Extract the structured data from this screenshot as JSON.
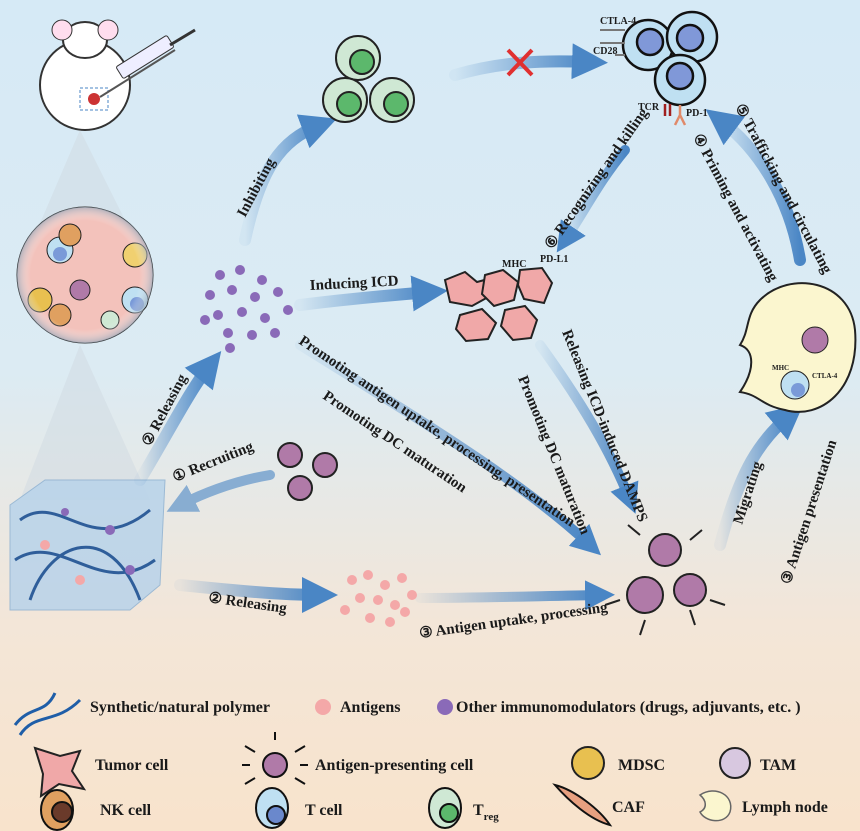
{
  "labels": {
    "inhibiting": "Inhibiting",
    "inducing_icd": "Inducing ICD",
    "releasing_top": "② Releasing",
    "recruiting": "① Recruiting",
    "promoting_uptake": "Promoting antigen uptake, processing, presentation",
    "promoting_dc_1": "Promoting DC maturation",
    "releasing_damps": "Releasing ICD-induced DAMPS",
    "promoting_dc_2": "Promoting DC maturation",
    "releasing_bottom": "② Releasing",
    "antigen_uptake": "③ Antigen uptake, processing",
    "migrating": "Migrating",
    "antigen_presentation": "③ Antigen presentation",
    "priming": "④ Priming and activating",
    "trafficking": "⑤ Trafficking and circulating",
    "recognizing": "⑥ Recognizing and killing"
  },
  "receptors": {
    "ctla4": "CTLA-4",
    "cd28": "CD28",
    "tcr": "TCR",
    "pd1": "PD-1",
    "mhc": "MHC",
    "pdl1": "PD-L1",
    "ln_mhc": "MHC",
    "ln_ctla4": "CTLA-4"
  },
  "legend": {
    "polymer": "Synthetic/natural polymer",
    "antigens": "Antigens",
    "immunomodulators": "Other immunomodulators (drugs, adjuvants, etc. )",
    "tumor": "Tumor cell",
    "apc": "Antigen-presenting cell",
    "mdsc": "MDSC",
    "tam": "TAM",
    "nk": "NK cell",
    "tcell": "T cell",
    "treg_main": "T",
    "treg_sub": "reg",
    "caf": "CAF",
    "lymph": "Lymph node"
  },
  "colors": {
    "arrow": "#4a86c5",
    "tumor": "#f0a8a8",
    "apc": "#b07aa8",
    "antigen": "#f4a8a8",
    "modulator": "#8a6ab8",
    "tcell": "#bfe0f2",
    "treg": "#cfe8d4"
  }
}
